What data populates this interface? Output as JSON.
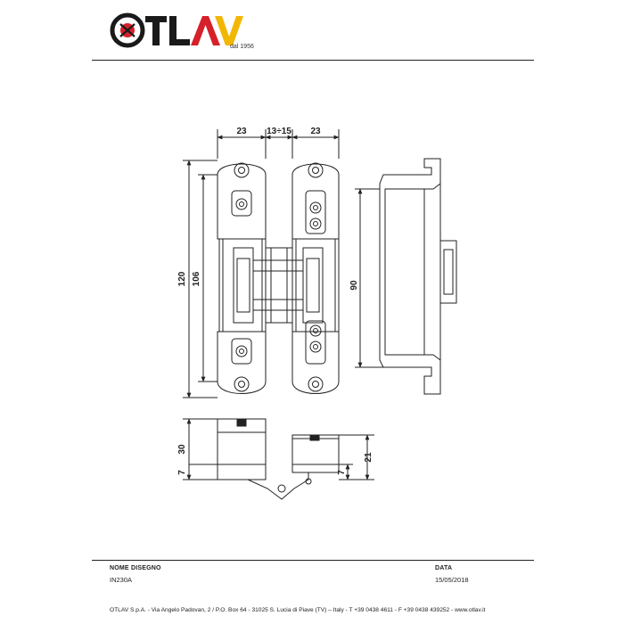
{
  "header": {
    "brand": "OTLAV",
    "since": "dal 1956",
    "colors": {
      "dark": "#1a1a1a",
      "red": "#d6202a",
      "yellow": "#f2b705"
    }
  },
  "drawing": {
    "dimensions": {
      "d23_left": "23",
      "d13_15": "13÷15",
      "d23_right": "23",
      "d120": "120",
      "d106": "106",
      "d90": "90",
      "d30": "30",
      "d7_left": "7",
      "d21": "21",
      "d7_right": "7"
    }
  },
  "titleblock": {
    "name_label": "NOME DISEGNO",
    "name_value": "IN230A",
    "date_label": "DATA",
    "date_value": "15/05/2018"
  },
  "footer": {
    "text": "OTLAV S.p.A. - Via Angelo Padovan, 2 / P.O. Box 64 - 31025 S. Lucia di Piave (TV) – Italy - T +39 0438 4611 - F +39 0438 439252 - www.otlav.it"
  }
}
